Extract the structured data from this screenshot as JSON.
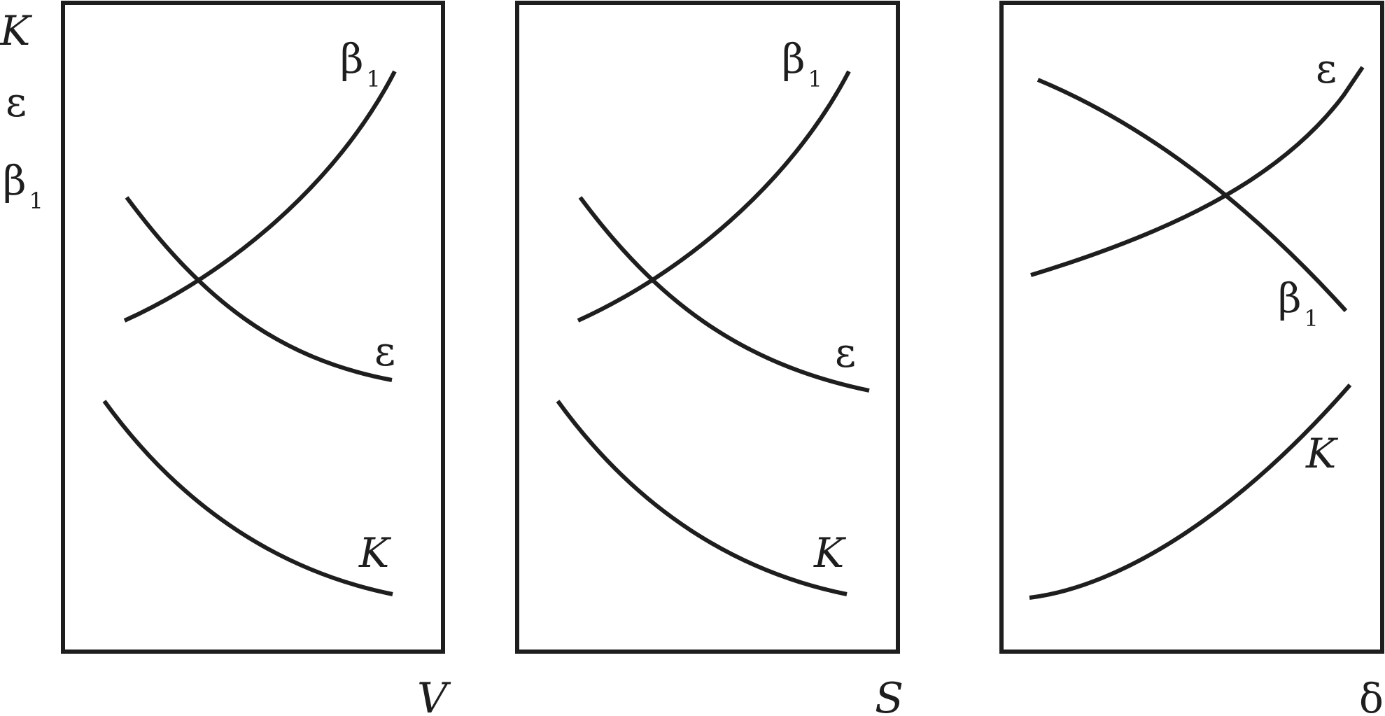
{
  "chart_data": [
    {
      "type": "line",
      "ylabel": [
        "K",
        "ε",
        "β1"
      ],
      "xlabel": "V",
      "series": [
        {
          "name": "β1",
          "trend": "increasing"
        },
        {
          "name": "ε",
          "trend": "decreasing"
        },
        {
          "name": "K",
          "trend": "decreasing"
        }
      ],
      "grid": false,
      "ticks": false
    },
    {
      "type": "line",
      "xlabel": "S",
      "series": [
        {
          "name": "β1",
          "trend": "increasing"
        },
        {
          "name": "ε",
          "trend": "decreasing"
        },
        {
          "name": "K",
          "trend": "decreasing"
        }
      ],
      "grid": false,
      "ticks": false
    },
    {
      "type": "line",
      "xlabel": "δ",
      "series": [
        {
          "name": "ε",
          "trend": "increasing"
        },
        {
          "name": "β1",
          "trend": "decreasing"
        },
        {
          "name": "K",
          "trend": "increasing"
        }
      ],
      "grid": false,
      "ticks": false
    }
  ],
  "labels": {
    "y_axis": [
      {
        "main": "K",
        "sub": ""
      },
      {
        "main": "ε",
        "sub": ""
      },
      {
        "main": "β",
        "sub": "1"
      }
    ],
    "panels": [
      {
        "x_label": "V",
        "curve_labels": [
          {
            "main": "β",
            "sub": "1"
          },
          {
            "main": "ε",
            "sub": ""
          },
          {
            "main": "K",
            "sub": ""
          }
        ]
      },
      {
        "x_label": "S",
        "curve_labels": [
          {
            "main": "β",
            "sub": "1"
          },
          {
            "main": "ε",
            "sub": ""
          },
          {
            "main": "K",
            "sub": ""
          }
        ]
      },
      {
        "x_label": "δ",
        "curve_labels": [
          {
            "main": "ε",
            "sub": ""
          },
          {
            "main": "β",
            "sub": "1"
          },
          {
            "main": "K",
            "sub": ""
          }
        ]
      }
    ]
  },
  "colors": {
    "ink": "#1e1e1e",
    "background": "#ffffff"
  }
}
